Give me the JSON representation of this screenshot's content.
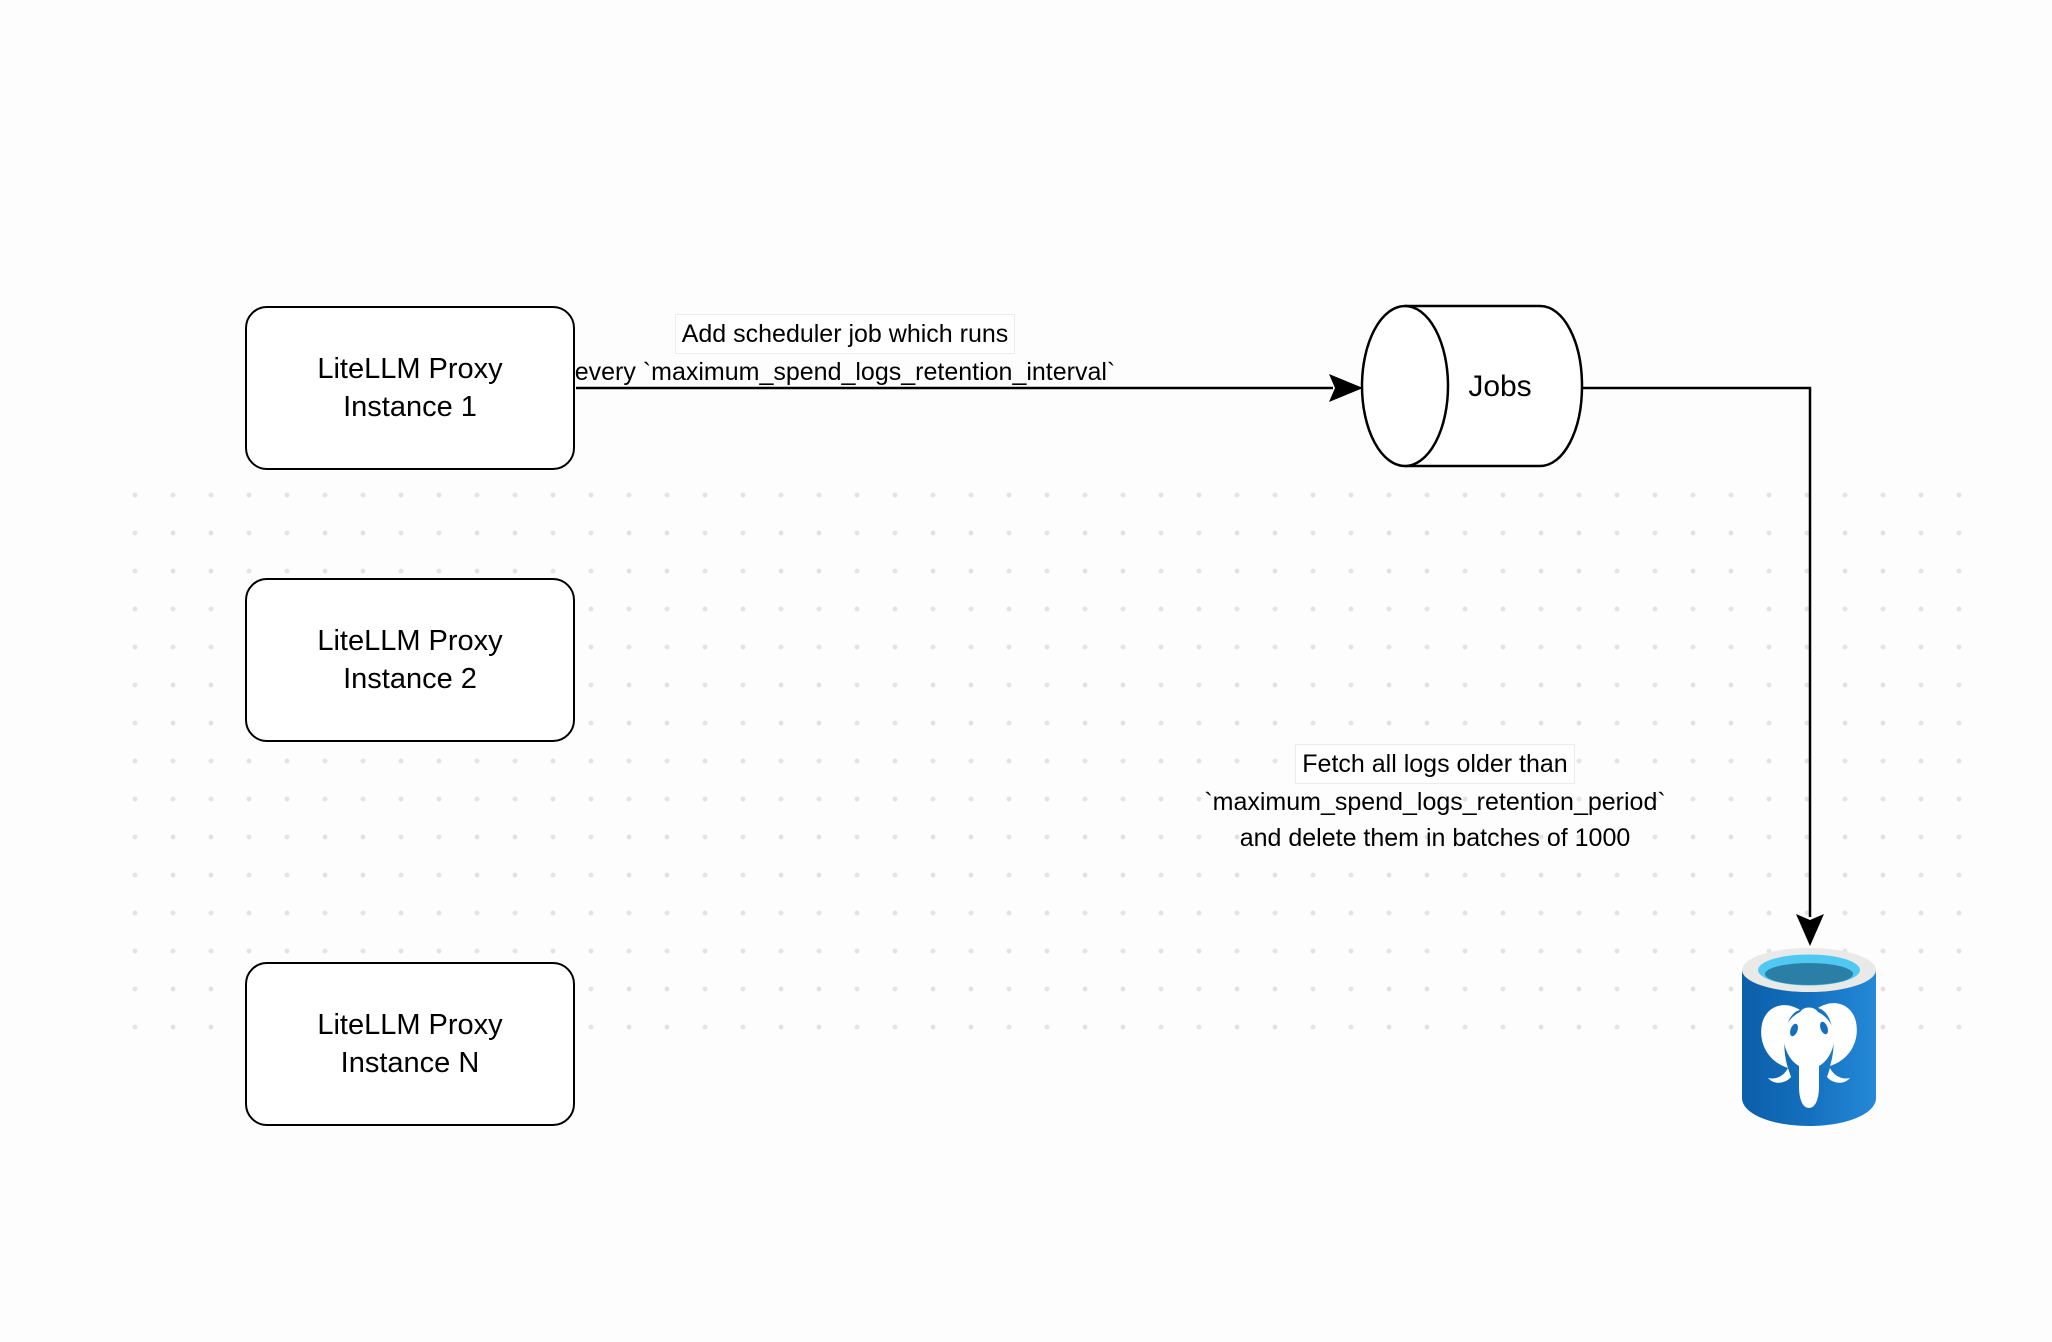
{
  "nodes": {
    "proxy_instances": [
      {
        "line1": "LiteLLM Proxy",
        "line2": "Instance 1"
      },
      {
        "line1": "LiteLLM Proxy",
        "line2": "Instance 2"
      },
      {
        "line1": "LiteLLM Proxy",
        "line2": "Instance N"
      }
    ],
    "jobs": {
      "label": "Jobs"
    },
    "database": {
      "icon": "postgresql-database-icon"
    }
  },
  "edges": {
    "add_scheduler": {
      "line1": "Add scheduler job which runs",
      "line2": "every `maximum_spend_logs_retention_interval`"
    },
    "fetch_delete": {
      "line1": "Fetch all logs older than",
      "line2": "`maximum_spend_logs_retention_period`",
      "line3": "and delete them in batches of 1000"
    }
  },
  "colors": {
    "stroke": "#000000",
    "node_fill": "#ffffff",
    "canvas_bg": "#fdfdfd",
    "dot": "#e3e3e3",
    "postgres_blue": "#1470be",
    "postgres_blue_dark": "#0c5ea8",
    "postgres_blue_light": "#2489d8",
    "postgres_rim": "#e9e9e7",
    "postgres_cyan": "#4fc9f1",
    "postgres_teal": "#2b7fa6"
  }
}
